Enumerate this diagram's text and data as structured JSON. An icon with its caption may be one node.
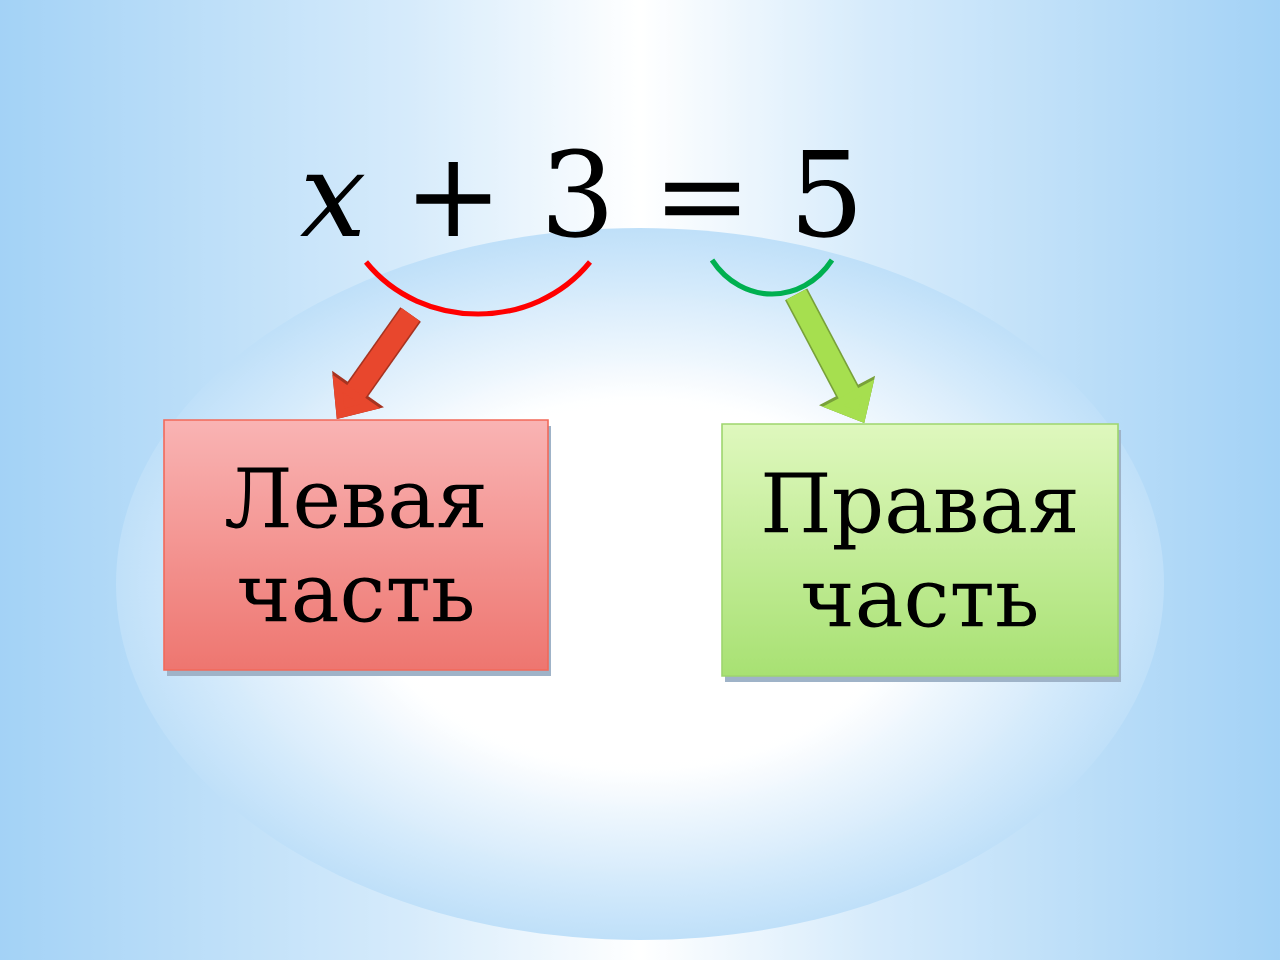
{
  "diagram": {
    "title": "*x* + 3 = 5",
    "nodes": [
      {
        "text": [],
        "shape": "arc"
      },
      {
        "text": [],
        "shape": "arc"
      },
      {
        "text": [
          "Левая часть"
        ]
      },
      {
        "text": [
          "Правая часть"
        ]
      }
    ],
    "edges": [
      {
        "from": 0,
        "to": 2,
        "arrow": "to",
        "color": "#e8472d"
      },
      {
        "from": 1,
        "to": 3,
        "arrow": "to",
        "color": "#a6df4f"
      }
    ]
  }
}
